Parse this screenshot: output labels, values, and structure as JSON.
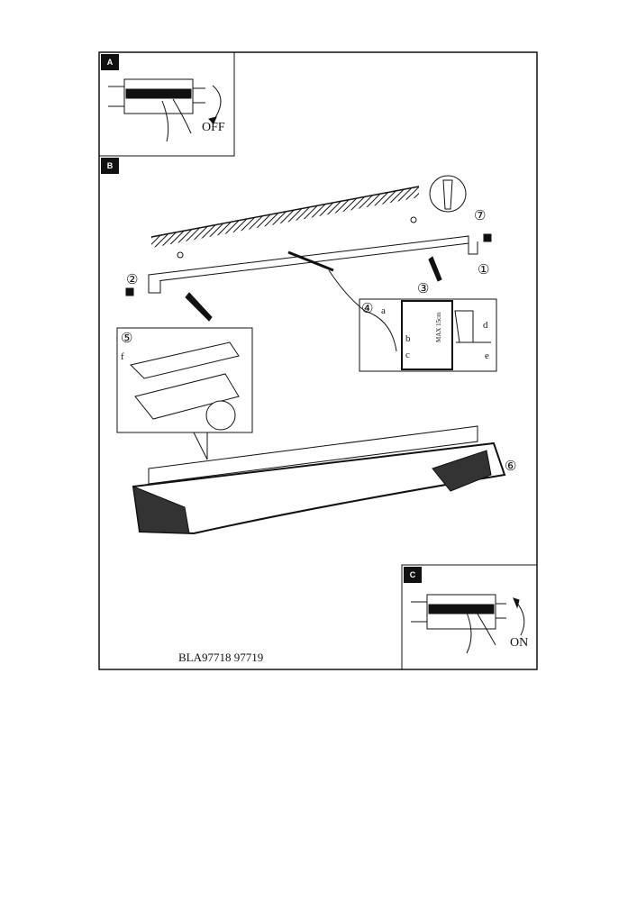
{
  "panels": {
    "a": {
      "label": "A",
      "action": "OFF"
    },
    "b": {
      "label": "B"
    },
    "c": {
      "label": "C",
      "action": "ON"
    }
  },
  "steps": [
    "①",
    "②",
    "③",
    "④",
    "⑤",
    "⑥",
    "⑦"
  ],
  "letters": [
    "a",
    "b",
    "c",
    "d",
    "e",
    "f"
  ],
  "strip_length": "MAX 15cm",
  "model": "BLA97718  97719"
}
